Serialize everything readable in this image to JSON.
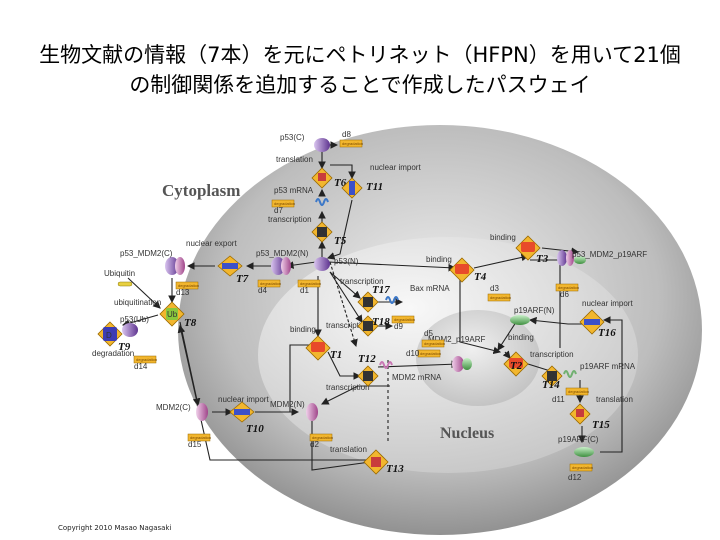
{
  "title": {
    "line1": "生物文献の情報（7本）を元にペトリネット（HFPN）を用いて21個",
    "line2": "の制御関係を追加することで作成したパスウェイ"
  },
  "copyright": "Copyright 2010 Masao Nagasaki",
  "regions": {
    "cytoplasm": "Cytoplasm",
    "nucleus": "Nucleus"
  },
  "entities": {
    "p53_c": "p53(C)",
    "p53_mrna": "p53 mRNA",
    "p53_n": "p53(N)",
    "p53_mdm2_c": "p53_MDM2(C)",
    "p53_mdm2_n": "p53_MDM2(N)",
    "ubiquitin": "Ubiquitin",
    "p53_ub": "p53(Ub)",
    "mdm2_c": "MDM2(C)",
    "mdm2_n": "MDM2(N)",
    "bax_mrna": "Bax mRNA",
    "mdm2_p19arf": "MDM2_p19ARF",
    "mdm2_mrna": "MDM2 mRNA",
    "p19arf_n": "p19ARF(N)",
    "p53_mdm2_p19arf": "p53_MDM2_p19ARF",
    "p19arf_mrna": "p19ARF mRNA",
    "p19arf_c": "p19ARF(C)"
  },
  "process_labels": {
    "translation1": "translation",
    "nuclear_import1": "nuclear import",
    "transcription1": "transcription",
    "nuclear_export": "nuclear export",
    "ubiquitination": "ubiquitination",
    "degradation": "degradation",
    "binding_t3": "binding",
    "binding_t4": "binding",
    "binding_t1": "binding",
    "binding_t2": "binding",
    "transcription_t17": "transcription",
    "transcription_t18": "transcription",
    "transcription_t12": "transcription",
    "transcription_t14": "transcription",
    "nuclear_import_t16": "nuclear import",
    "nuclear_import_t10": "nuclear import",
    "translation_t15": "translation",
    "translation_t13": "translation"
  },
  "transitions": {
    "t1": "T1",
    "t2": "T2",
    "t3": "T3",
    "t4": "T4",
    "t5": "T5",
    "t6": "T6",
    "t7": "T7",
    "t8": "T8",
    "t9": "T9",
    "t10": "T10",
    "t11": "T11",
    "t12": "T12",
    "t13": "T13",
    "t14": "T14",
    "t15": "T15",
    "t16": "T16",
    "t17": "T17",
    "t18": "T18"
  },
  "degradation_ids": {
    "d1": "d1",
    "d2": "d2",
    "d3": "d3",
    "d4": "d4",
    "d5": "d5",
    "d6": "d6",
    "d7": "d7",
    "d8": "d8",
    "d9": "d9",
    "d10": "d10",
    "d11": "d11",
    "d12": "d12",
    "d13": "d13",
    "d14": "d14",
    "d15": "d15"
  },
  "degradation_text": "degradation",
  "icon_letters": {
    "degradation_d": "D",
    "ub": "Ub",
    "r": "R"
  },
  "colors": {
    "cytoplasm": "#9c9c9c",
    "nucleus": "#d4d4d4",
    "p53": "#8c5fb4",
    "mdm2": "#c878b4",
    "p19arf": "#70b070",
    "transition": "#f2b62e",
    "wave": "#3c78c8"
  }
}
